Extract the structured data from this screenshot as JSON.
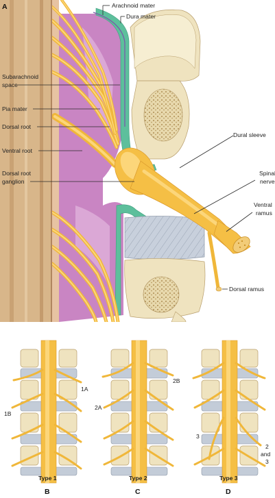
{
  "labels": {
    "panel_a": "A",
    "arachnoid": "Arachnoid mater",
    "dura": "Dura mater",
    "subarachnoid_1": "Subarachnoid",
    "subarachnoid_2": "space",
    "pia": "Pia mater",
    "dorsal_root": "Dorsal root",
    "ventral_root": "Ventral root",
    "drg_1": "Dorsal root",
    "drg_2": "ganglion",
    "dural_sleeve": "Dural sleeve",
    "spinal_nerve_1": "Spinal",
    "spinal_nerve_2": "nerve",
    "ventral_ramus_1": "Ventral",
    "ventral_ramus_2": "ramus",
    "dorsal_ramus": "Dorsal ramus"
  },
  "subpanels": {
    "b": {
      "letter": "B",
      "type": "Type 1",
      "tag_1a": "1A",
      "tag_1b": "1B"
    },
    "c": {
      "letter": "C",
      "type": "Type 2",
      "tag_2a": "2A",
      "tag_2b": "2B"
    },
    "d": {
      "letter": "D",
      "type": "Type 3",
      "tag_3": "3",
      "tag_2and3_1": "2",
      "tag_2and3_2": "and",
      "tag_2and3_3": "3"
    }
  },
  "colors": {
    "nerve": "#f0b73a",
    "dura_green": "#5dbf9c",
    "pia_purple": "#c985c3",
    "bone": "#efe3bf",
    "disc": "#c3ccd8",
    "cord_tan": "#d6b48a"
  }
}
